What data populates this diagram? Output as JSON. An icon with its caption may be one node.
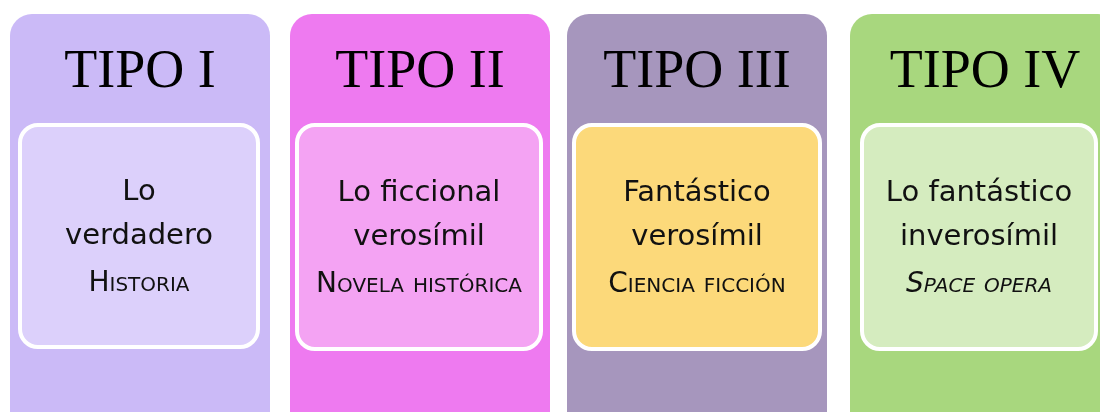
{
  "diagram": {
    "nodes": [
      {
        "text": [
          "TIPO I"
        ]
      },
      {
        "text": [
          "Lo verdadero",
          "Historia"
        ],
        "in": 0
      },
      {
        "text": [
          "TIPO II"
        ]
      },
      {
        "text": [
          "Lo ficcional verosímil",
          "Novela histórica"
        ],
        "in": 2
      },
      {
        "text": [
          "TIPO III"
        ]
      },
      {
        "text": [
          "Fantástico verosímil",
          "Ciencia ficción"
        ],
        "in": 4
      },
      {
        "text": [
          "TIPO IV"
        ]
      },
      {
        "text": [
          "Lo fantástico inverosímil",
          "Space opera"
        ],
        "in": 6
      }
    ]
  }
}
